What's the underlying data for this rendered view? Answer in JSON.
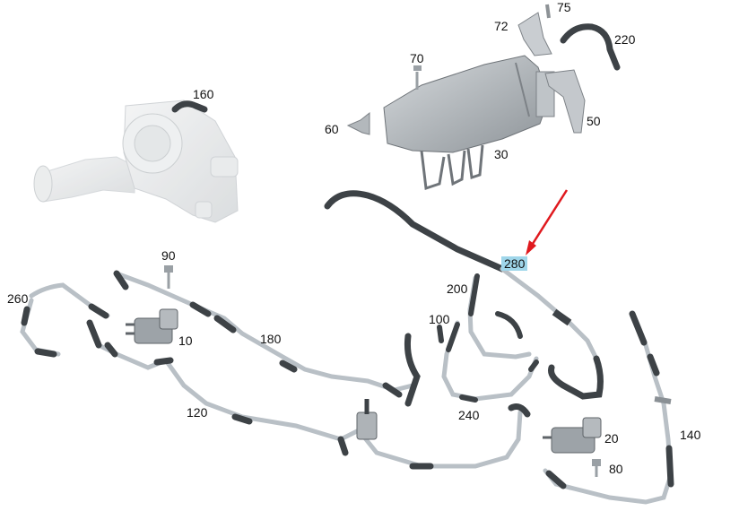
{
  "labels": {
    "p10": "10",
    "p20": "20",
    "p30": "30",
    "p50": "50",
    "p60": "60",
    "p70": "70",
    "p72": "72",
    "p75": "75",
    "p80": "80",
    "p90": "90",
    "p100": "100",
    "p120": "120",
    "p140": "140",
    "p160": "160",
    "p180": "180",
    "p200": "200",
    "p220": "220",
    "p240": "240",
    "p260": "260",
    "p280": "280"
  },
  "highlighted_part": "280",
  "colors": {
    "highlight_bg": "#9fd6ea",
    "arrow": "#e0191e",
    "hose_dark": "#3d4246",
    "pipe_light": "#b9c0c6"
  }
}
